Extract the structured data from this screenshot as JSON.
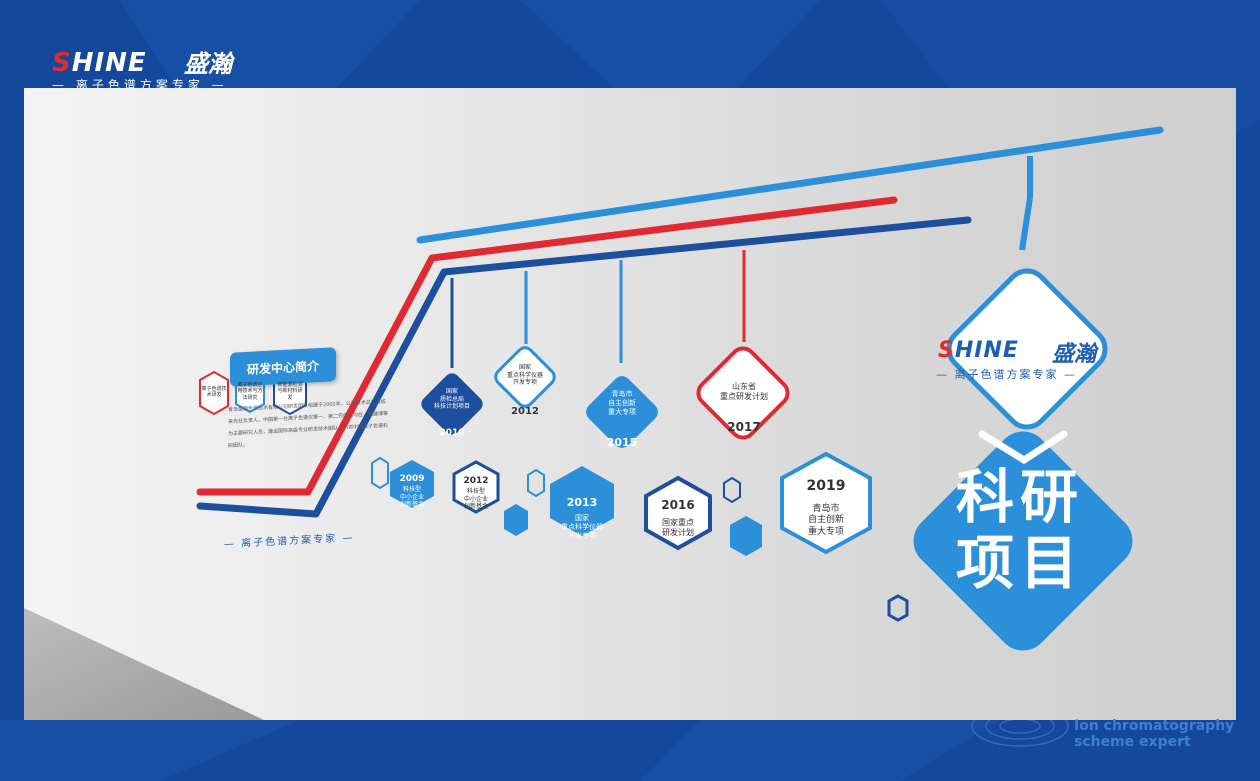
{
  "brand": {
    "logo_en_s": "S",
    "logo_en_rest": "HINE",
    "logo_cn": "盛瀚",
    "slogan": "— 离子色谱方案专家 —",
    "footer_en_line1": "Ion chromatography",
    "footer_en_line2": "scheme expert"
  },
  "colors": {
    "background": "#13489c",
    "accent_blue": "#2b8fd9",
    "dark_blue": "#1d4f9e",
    "red": "#e02a33"
  },
  "intro": {
    "title": "研发中心简介",
    "text": "青岛盛瀚色谱技术有限公司研发团队组建于2002年，公司技术总监裴成来先任负责人，中国第一台离子色谱仪第一、第二完成人均在，构建博等为主要研究人员，建设国际高级专业研发技术团队，引领中国离子色谱科研团队。",
    "badges": [
      "离子色谱技术研发",
      "离子色谱应用技术与方法研究",
      "新能源检测与新材料研发"
    ],
    "slogan": "— 离子色谱方案专家 —"
  },
  "timeline_top": [
    {
      "year": "2010",
      "text": "国家\n质检总局\n科技计划项目"
    },
    {
      "year": "2012",
      "text": "国家\n重点科学仪器\n开发专项"
    },
    {
      "year": "2015",
      "text": "青岛市\n自主创新\n重大专项"
    },
    {
      "year": "2017",
      "text": "山东省\n重点研发计划"
    }
  ],
  "timeline_bottom": [
    {
      "year": "2009",
      "text": "科技型\n中小企业\n创新基金"
    },
    {
      "year": "2012",
      "text": "科技型\n中小企业\n创新基金"
    },
    {
      "year": "2013",
      "text": "国家\n重点科学仪器\n开发专项"
    },
    {
      "year": "2016",
      "text": "国家重点\n研发计划"
    },
    {
      "year": "2019",
      "text": "青岛市\n自主创新\n重大专项"
    }
  ],
  "feature": {
    "logo_en_s": "S",
    "logo_en_rest": "HINE",
    "logo_cn": "盛瀚",
    "slogan": "— 离子色谱方案专家 —",
    "title": "科研\n项目"
  }
}
